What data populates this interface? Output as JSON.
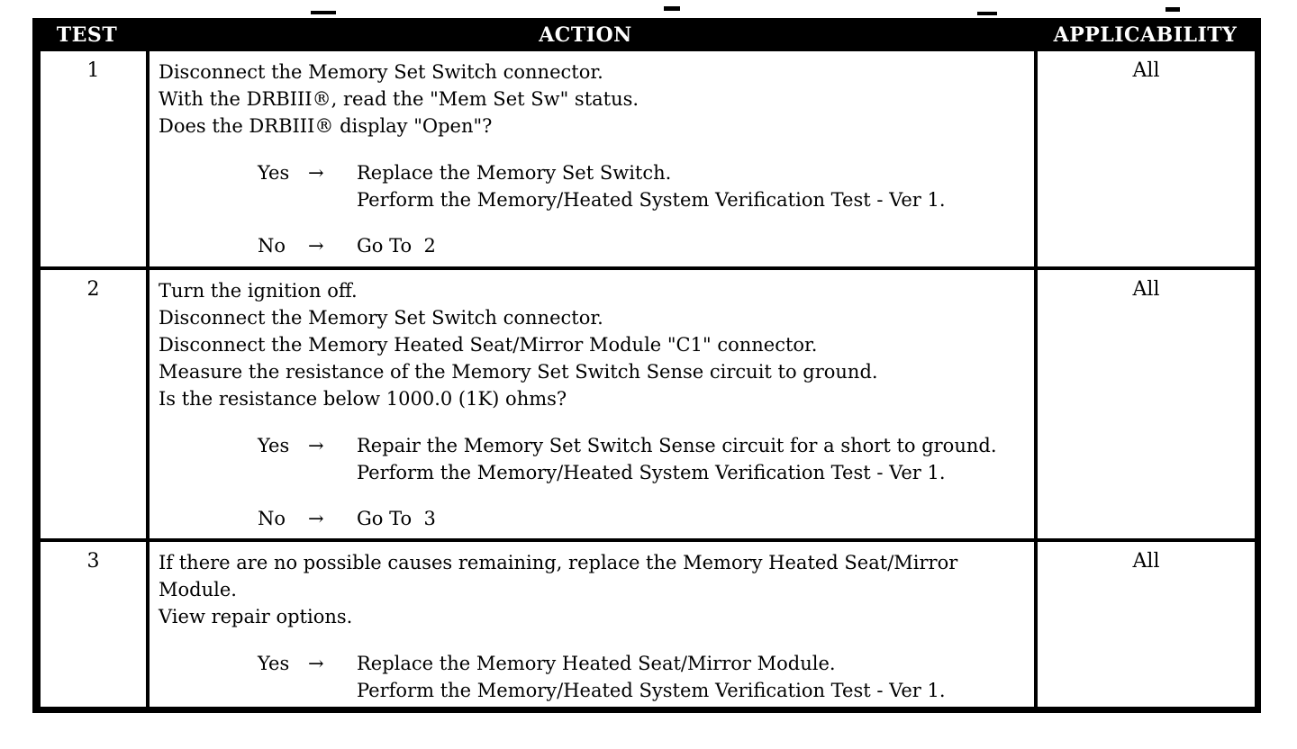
{
  "table": {
    "arrow_icon": "→",
    "header": {
      "columns": [
        "TEST",
        "ACTION",
        "APPLICABILITY"
      ],
      "bg": "#000000",
      "fg": "#ffffff"
    },
    "rows": [
      {
        "test": "1",
        "applicability": "All",
        "steps": [
          "Disconnect the Memory Set Switch connector.",
          "With the DRBIII®, read the \"Mem Set Sw\" status.",
          "Does the DRBIII® display \"Open\"?"
        ],
        "decisions": [
          {
            "answer": "Yes",
            "lines": [
              "Replace the Memory Set Switch.",
              "Perform the Memory/Heated System Verification Test - Ver 1."
            ]
          },
          {
            "answer": "No",
            "lines": [
              "Go To  2"
            ]
          }
        ]
      },
      {
        "test": "2",
        "applicability": "All",
        "steps": [
          "Turn the ignition off.",
          "Disconnect the Memory Set Switch connector.",
          "Disconnect the Memory Heated Seat/Mirror Module \"C1\" connector.",
          "Measure the resistance of the Memory Set Switch Sense circuit to ground.",
          "Is the resistance below 1000.0 (1K) ohms?"
        ],
        "decisions": [
          {
            "answer": "Yes",
            "lines": [
              "Repair the Memory Set Switch Sense circuit for a short to ground.",
              "Perform the Memory/Heated System Verification Test - Ver 1."
            ]
          },
          {
            "answer": "No",
            "lines": [
              "Go To  3"
            ]
          }
        ]
      },
      {
        "test": "3",
        "applicability": "All",
        "steps": [
          "If there are no possible causes remaining, replace the Memory Heated Seat/Mirror Module.",
          "View repair options."
        ],
        "decisions": [
          {
            "answer": "Yes",
            "lines": [
              "Replace the Memory Heated Seat/Mirror Module.",
              "Perform the Memory/Heated System Verification Test - Ver 1."
            ]
          }
        ]
      }
    ]
  }
}
